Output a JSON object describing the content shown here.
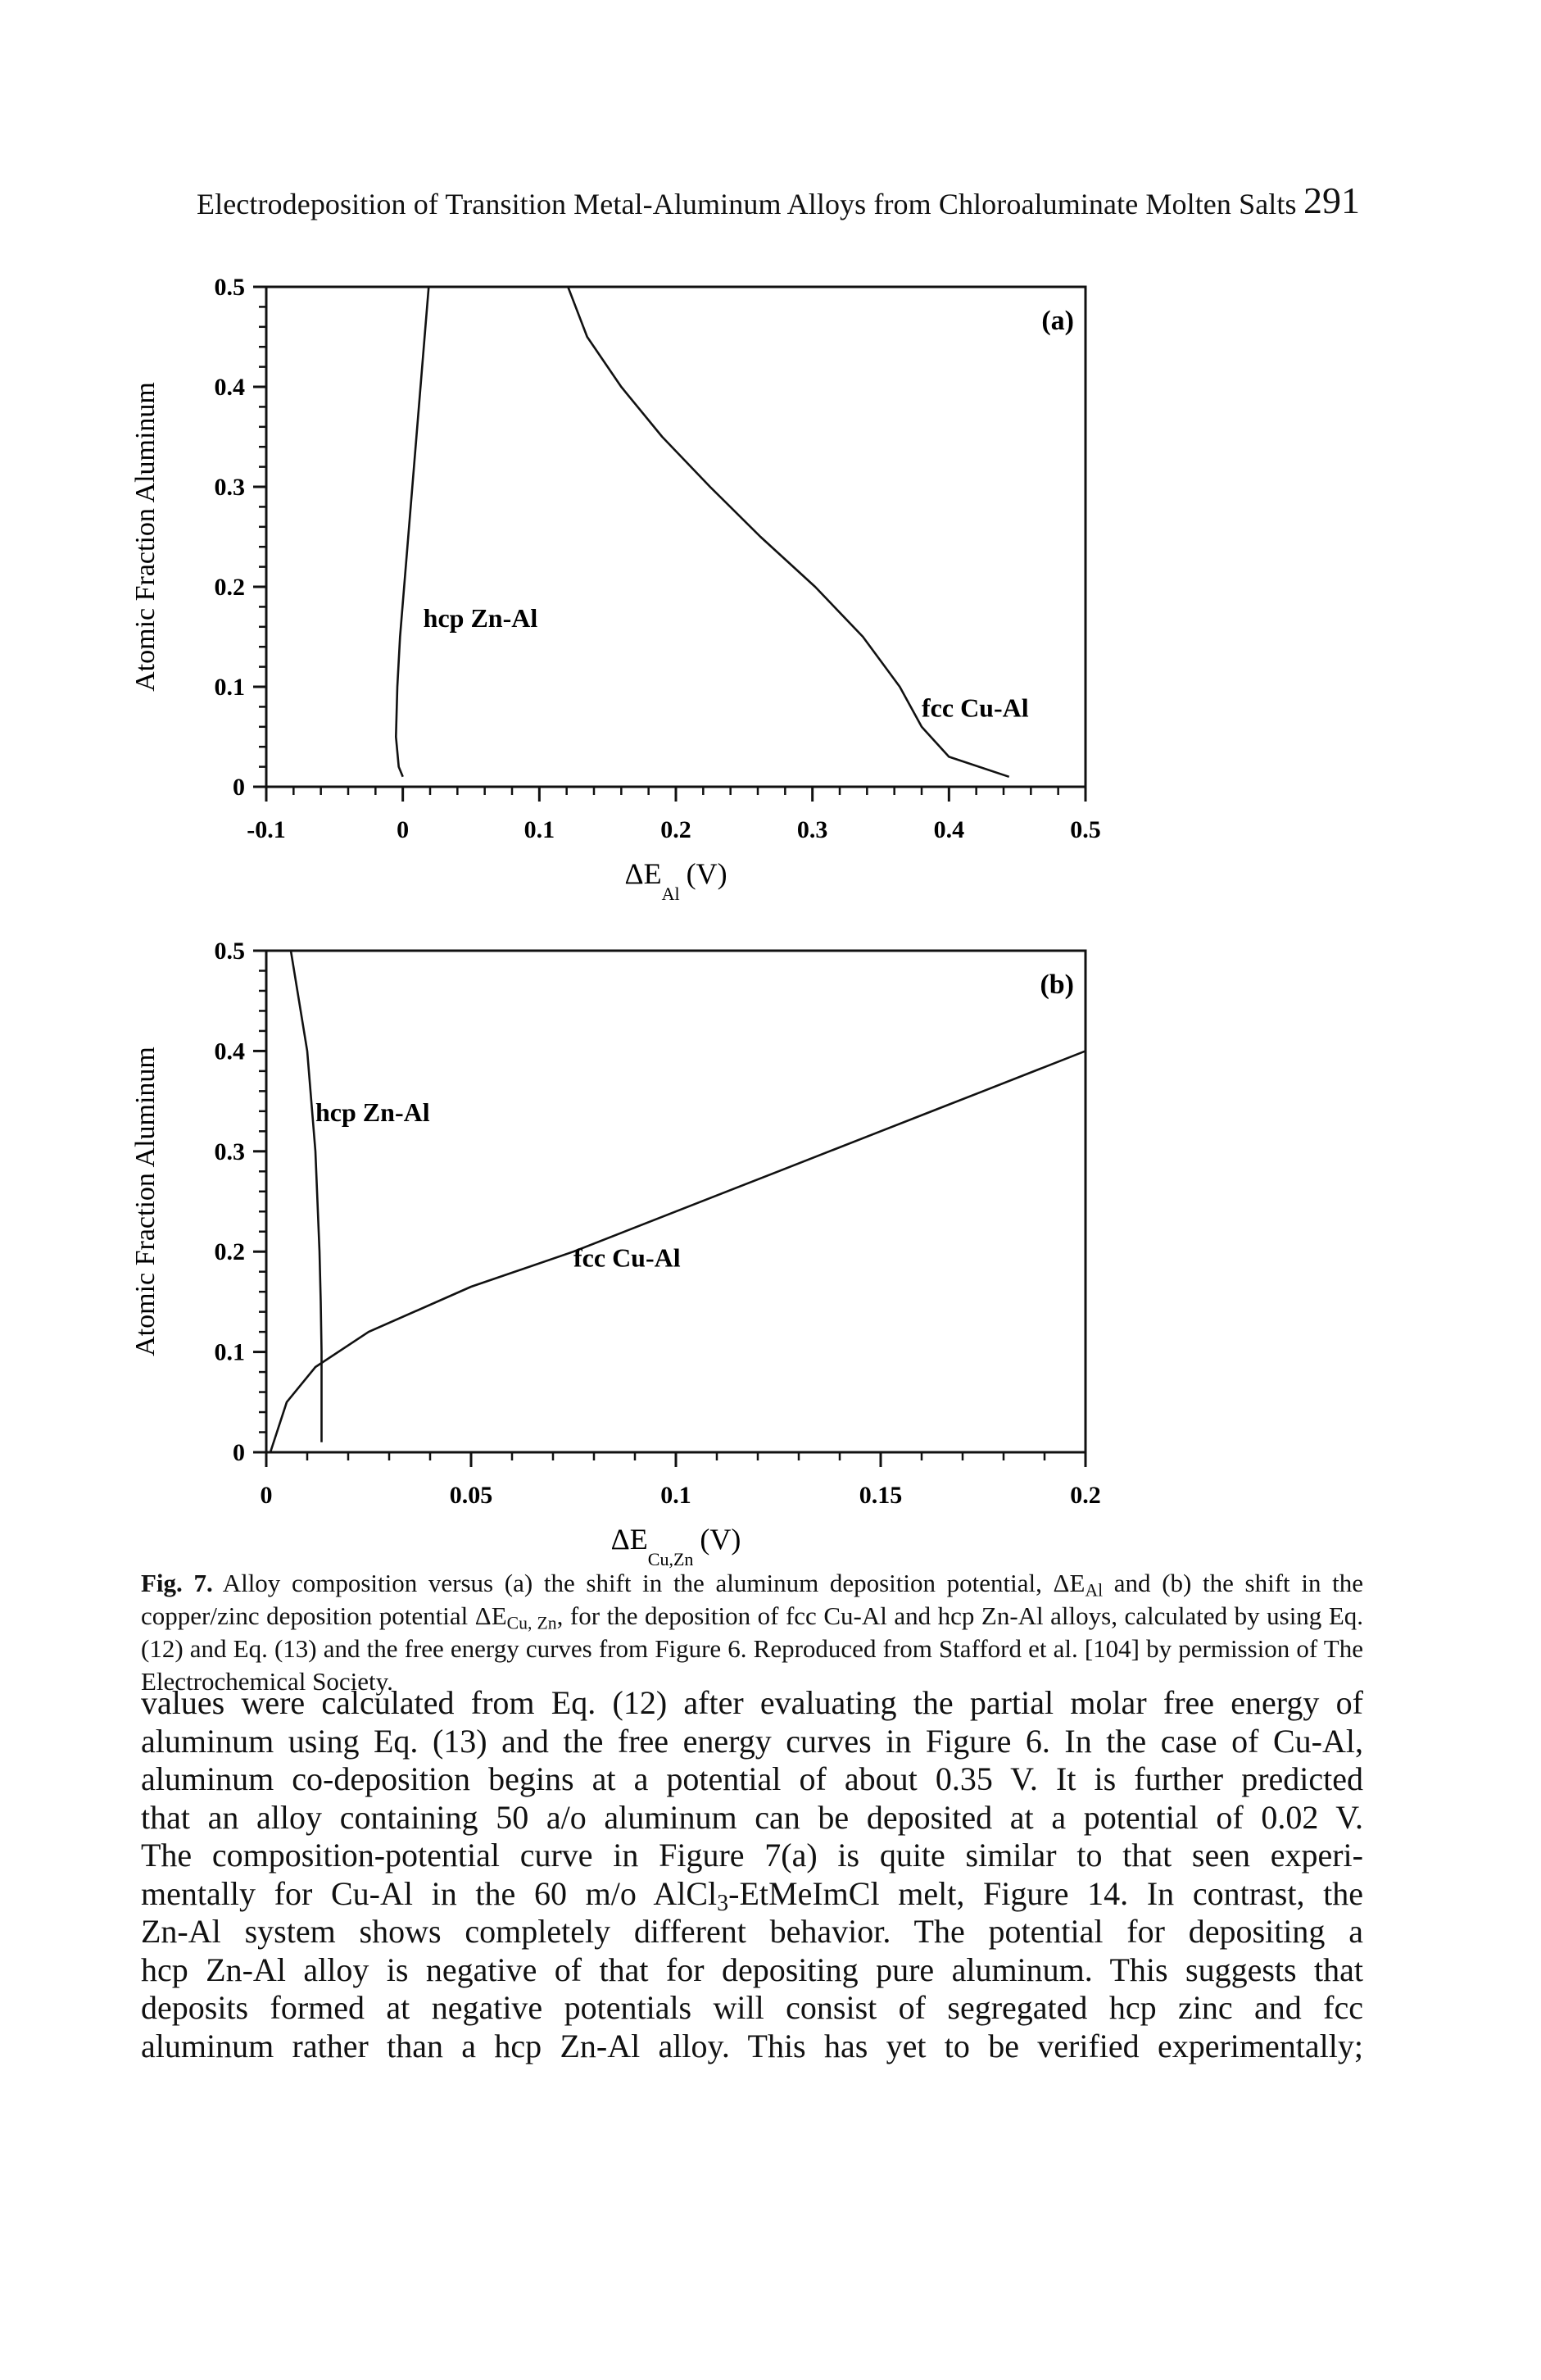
{
  "header": {
    "title": "Electrodeposition of Transition Metal-Aluminum Alloys from Chloroaluminate Molten Salts",
    "page_number": "291"
  },
  "chart_data": [
    {
      "type": "line",
      "panel_label": "(a)",
      "xlabel_main": "ΔE",
      "xlabel_sub": "Al",
      "xlabel_unit": "(V)",
      "ylabel": "Atomic Fraction Aluminum",
      "xlim": [
        -0.1,
        0.5
      ],
      "ylim": [
        0,
        0.5
      ],
      "x_ticks": [
        "-0.1",
        "0",
        "0.1",
        "0.2",
        "0.3",
        "0.4",
        "0.5"
      ],
      "y_ticks": [
        "0",
        "0.1",
        "0.2",
        "0.3",
        "0.4",
        "0.5"
      ],
      "x_tick_values": [
        -0.1,
        0,
        0.1,
        0.2,
        0.3,
        0.4,
        0.5
      ],
      "y_tick_values": [
        0,
        0.1,
        0.2,
        0.3,
        0.4,
        0.5
      ],
      "series": [
        {
          "name": "hcp Zn-Al",
          "points": [
            [
              0.0,
              0.01
            ],
            [
              -0.003,
              0.02
            ],
            [
              -0.005,
              0.05
            ],
            [
              -0.004,
              0.1
            ],
            [
              -0.002,
              0.15
            ],
            [
              0.001,
              0.2
            ],
            [
              0.004,
              0.25
            ],
            [
              0.007,
              0.3
            ],
            [
              0.01,
              0.35
            ],
            [
              0.013,
              0.4
            ],
            [
              0.016,
              0.45
            ],
            [
              0.019,
              0.5
            ]
          ]
        },
        {
          "name": "fcc Cu-Al",
          "points": [
            [
              0.121,
              0.5
            ],
            [
              0.135,
              0.45
            ],
            [
              0.16,
              0.4
            ],
            [
              0.19,
              0.35
            ],
            [
              0.225,
              0.3
            ],
            [
              0.262,
              0.25
            ],
            [
              0.302,
              0.2
            ],
            [
              0.337,
              0.15
            ],
            [
              0.364,
              0.1
            ],
            [
              0.38,
              0.06
            ],
            [
              0.4,
              0.03
            ],
            [
              0.444,
              0.01
            ]
          ]
        }
      ],
      "annotations": [
        {
          "text": "hcp Zn-Al",
          "x": 0.015,
          "y": 0.16
        },
        {
          "text": "fcc Cu-Al",
          "x": 0.38,
          "y": 0.07
        }
      ]
    },
    {
      "type": "line",
      "panel_label": "(b)",
      "xlabel_main": "ΔE",
      "xlabel_sub": "Cu,Zn",
      "xlabel_unit": "(V)",
      "ylabel": "Atomic Fraction Aluminum",
      "xlim": [
        0,
        0.2
      ],
      "ylim": [
        0,
        0.5
      ],
      "x_ticks": [
        "0",
        "0.05",
        "0.1",
        "0.15",
        "0.2"
      ],
      "y_ticks": [
        "0",
        "0.1",
        "0.2",
        "0.3",
        "0.4",
        "0.5"
      ],
      "x_tick_values": [
        0,
        0.05,
        0.1,
        0.15,
        0.2
      ],
      "y_tick_values": [
        0,
        0.1,
        0.2,
        0.3,
        0.4,
        0.5
      ],
      "series": [
        {
          "name": "hcp Zn-Al",
          "points": [
            [
              0.006,
              0.5
            ],
            [
              0.008,
              0.45
            ],
            [
              0.01,
              0.4
            ],
            [
              0.011,
              0.35
            ],
            [
              0.012,
              0.3
            ],
            [
              0.0125,
              0.25
            ],
            [
              0.013,
              0.2
            ],
            [
              0.0133,
              0.15
            ],
            [
              0.0135,
              0.1
            ],
            [
              0.0135,
              0.05
            ],
            [
              0.0135,
              0.01
            ]
          ]
        },
        {
          "name": "fcc Cu-Al",
          "points": [
            [
              0.001,
              0.0
            ],
            [
              0.005,
              0.05
            ],
            [
              0.012,
              0.085
            ],
            [
              0.025,
              0.12
            ],
            [
              0.05,
              0.165
            ],
            [
              0.075,
              0.2
            ],
            [
              0.1,
              0.24
            ],
            [
              0.125,
              0.28
            ],
            [
              0.15,
              0.32
            ],
            [
              0.175,
              0.36
            ],
            [
              0.2,
              0.4
            ]
          ]
        }
      ],
      "annotations": [
        {
          "text": "hcp Zn-Al",
          "x": 0.012,
          "y": 0.33
        },
        {
          "text": "fcc Cu-Al",
          "x": 0.075,
          "y": 0.185
        }
      ]
    }
  ],
  "caption": {
    "label": "Fig. 7.",
    "text_1": "Alloy composition versus (a) the shift in the aluminum deposition potential, ΔE",
    "sub_1": "Al",
    "text_2": " and (b) the shift in the copper/zinc deposition potential ΔE",
    "sub_2": "Cu, Zn",
    "text_3": ", for the deposition of fcc Cu-Al and hcp Zn-Al alloys, calculated by using Eq. (12) and Eq. (13) and the free energy curves from Figure 6. Reproduced from Stafford et al. [104] by permission of The Electrochemical Society."
  },
  "body": {
    "lines": [
      "values were calculated from Eq. (12) after evaluating the partial molar free energy of",
      "aluminum using Eq. (13) and the free energy curves in Figure 6. In the case of Cu-Al,",
      "aluminum co-deposition begins at a potential of about 0.35 V. It is further predicted",
      "that an alloy containing 50 a/o aluminum can be deposited at a potential of 0.02 V.",
      "The composition-potential curve in Figure 7(a) is quite similar to that seen experi-",
      "mentally for Cu-Al in the 60 m/o AlCl",
      "3",
      "-EtMeImCl melt, Figure 14. In contrast, the",
      "Zn-Al system shows completely different behavior. The potential for depositing a",
      "hcp Zn-Al alloy is negative of that for depositing pure aluminum. This suggests that",
      "deposits formed at negative potentials will consist of segregated hcp zinc and fcc",
      "aluminum rather than a hcp Zn-Al alloy. This has yet to be verified experimentally;"
    ]
  }
}
